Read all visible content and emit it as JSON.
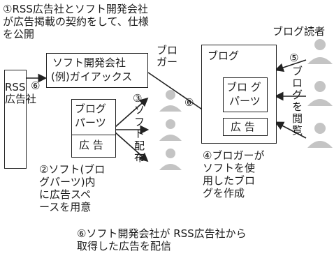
{
  "step1": {
    "text": "①RSS広告社とソフト開発会社\nが広告掲載の契約をして、仕様\nを公開"
  },
  "rss_box": {
    "label": "RSS\n広告社"
  },
  "arrow6_left": {
    "label": "⑥"
  },
  "softco_box": {
    "line1": "ソフト開発会社",
    "line2": "(例)ガイアックス"
  },
  "parts_box": {
    "line1": "ブログ",
    "line2": "パーツ",
    "ad": "広 告"
  },
  "step2": {
    "text": "②ソフト(ブロ\nグパーツ)内\nに広告スペ\nースを用意"
  },
  "step3": {
    "num": "③",
    "text": "ソ\nフ\nト\n配\n布"
  },
  "blogger_label": {
    "text": "ブロ\nガー"
  },
  "arrow6_mid": {
    "label": "⑥"
  },
  "blog_box": {
    "title": "ブログ",
    "parts_line1": "ブロ グ",
    "parts_line2": "パーツ",
    "ad": "広 告"
  },
  "step4": {
    "text": "④ブロガーが\nソフトを使\n用したブロ\nグを作成"
  },
  "reader_label": {
    "text": "ブログ読者"
  },
  "step5": {
    "num": "⑤",
    "text": "ブ\nロ\nグ\nを\n閲\n覧"
  },
  "step6": {
    "text": "⑥ソフト開発会社が RSS広告社から\n取得した広告を配信"
  }
}
